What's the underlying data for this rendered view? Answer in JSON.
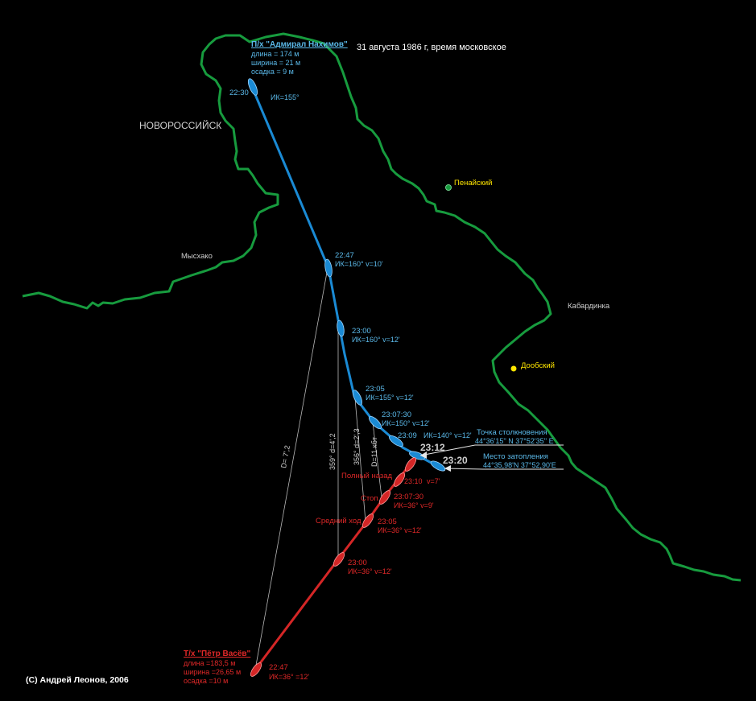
{
  "date_title": "31 августа 1986 г, время московское",
  "copyright": "(C) Андрей Леонов, 2006",
  "places": {
    "novorossiysk": "НОВОРОССИЙСК",
    "myskhako": "Мысхако",
    "penaisky": "Пенайский",
    "kabardinka": "Кабардинка",
    "doobsky": "Дообский"
  },
  "nakhimov": {
    "name": "П/х \"Адмирал Нахимов\"",
    "length": "длина = 174 м",
    "width": "ширина = 21 м",
    "draft": "осадка = 9 м",
    "positions": [
      {
        "time": "22:30",
        "info": "ИК=155°"
      },
      {
        "time": "22:47",
        "info": "ИК=160° v=10'"
      },
      {
        "time": "23:00",
        "info": "ИК=160° v=12'"
      },
      {
        "time": "23:05",
        "info": "ИК=155° v=12'"
      },
      {
        "time": "23:07:30",
        "info": "ИК=150° v=12'"
      },
      {
        "time": "23:09",
        "info": "ИК=140° v=12'"
      }
    ]
  },
  "vasev": {
    "name": "Т/х \"Пётр Васёв\"",
    "length": "длина =183,5 м",
    "width": "ширина =26,65 м",
    "draft": "осадка =10 м",
    "positions": [
      {
        "time": "22:47",
        "info": "ИК=36° =12'"
      },
      {
        "time": "23:00",
        "info": "ИК=36° v=12'"
      },
      {
        "time": "23:05",
        "info": "ИК=36° v=12'"
      },
      {
        "time": "23:07:30",
        "info": "ИК=36° v=9'"
      },
      {
        "time": "23:10",
        "info": "v=7'"
      }
    ],
    "commands": {
      "medium": "Средний ход",
      "stop": "Стоп",
      "full_astern": "Полный назад"
    }
  },
  "events": {
    "collision_time": "23:12",
    "collision_label": "Точка столкновения",
    "collision_coords": "44°36'15'' N 37°52'35'' E",
    "sinking_time": "23:20",
    "sinking_label": "Место затопления",
    "sinking_coords": "44°35,98'N 37°52,90'E"
  },
  "bearings": [
    "D= 7',2",
    "359° d=4',2",
    "356° d=2',3",
    "D=11 кбт"
  ],
  "colors": {
    "coast": "#179b3e",
    "nakhimov": "#1a8ad4",
    "nakhimov_text": "#5ab8e8",
    "vasev": "#d42626",
    "vasev_text": "#e02828",
    "settlement": "#ffe600"
  }
}
